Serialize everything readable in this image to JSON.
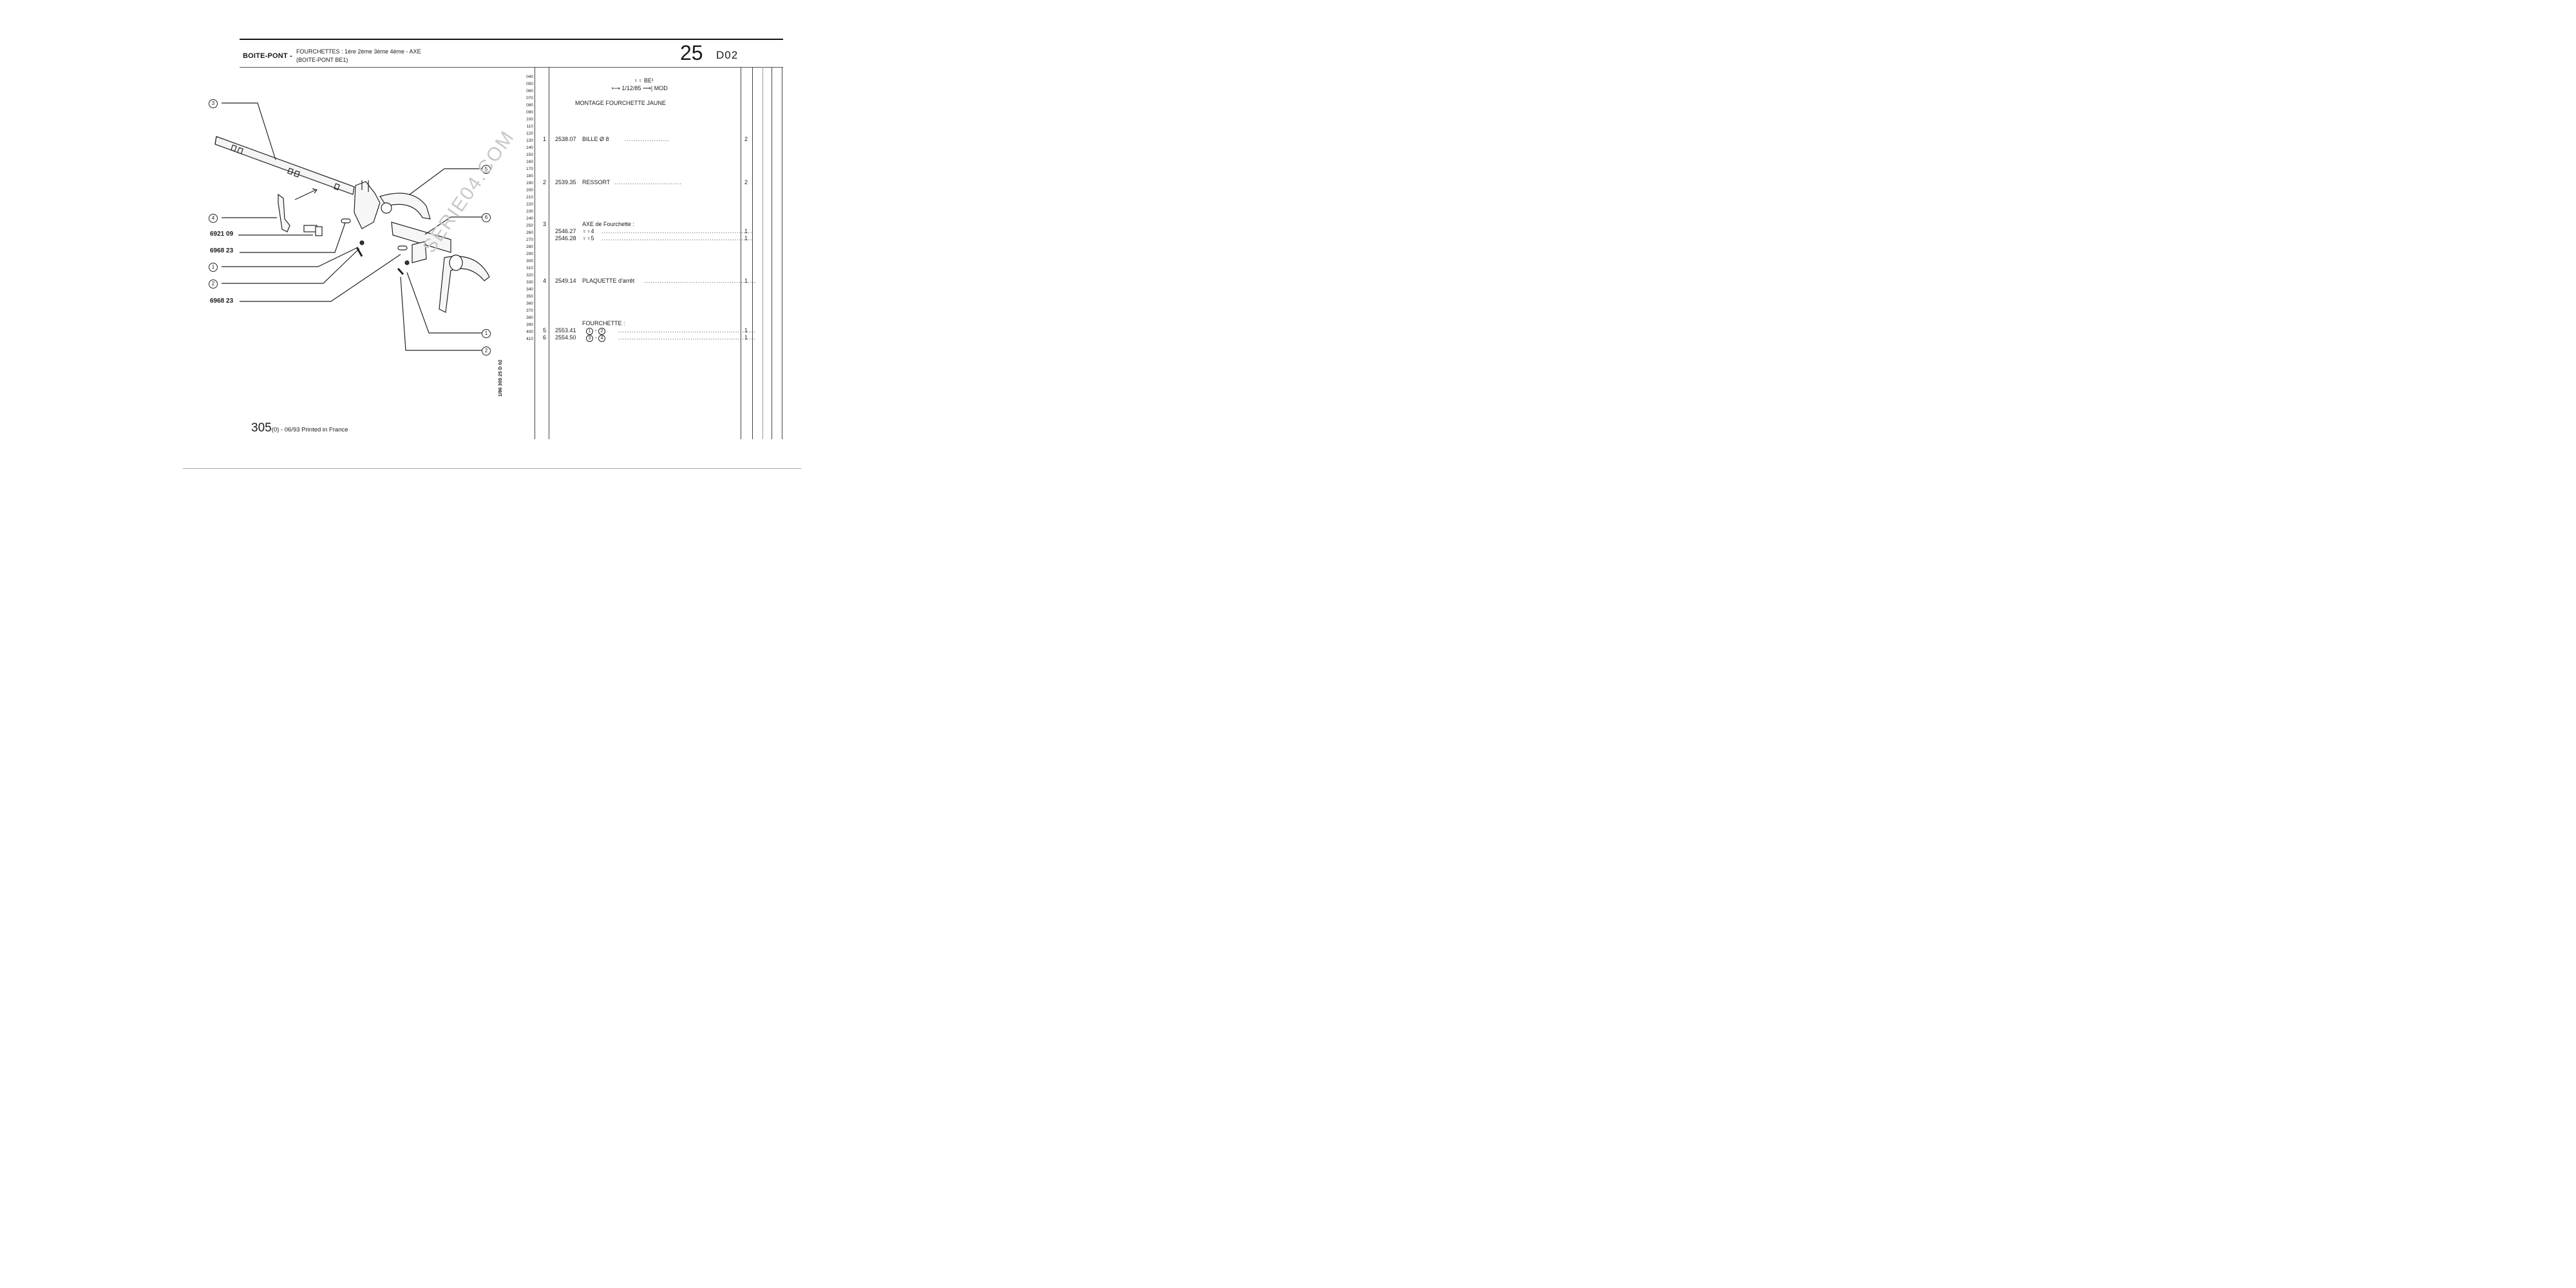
{
  "header": {
    "section": "BOITE-PONT -",
    "subtitle_line1": "FOURCHETTES : 1ère 2ème 3ème 4ème - AXE",
    "subtitle_line2": "(BOITE-PONT BE1)",
    "page_number": "25",
    "page_code": "D02"
  },
  "footer": {
    "page_big": "305",
    "page_rest": "(0) - 06/93 Printed in France",
    "vertical_ref": "1/86 305 25 D 02"
  },
  "watermark": "SERIE04.COM",
  "line_numbers": [
    "040",
    "050",
    "060",
    "070",
    "080",
    "090",
    "100",
    "110",
    "120",
    "130",
    "140",
    "150",
    "160",
    "170",
    "180",
    "190",
    "200",
    "210",
    "220",
    "230",
    "240",
    "250",
    "260",
    "270",
    "280",
    "290",
    "300",
    "310",
    "320",
    "330",
    "340",
    "350",
    "360",
    "370",
    "380",
    "390",
    "400",
    "410"
  ],
  "notes": {
    "be_line": "♀♀ BE¹",
    "date_line": "1/12/85",
    "mod_text": "MOD",
    "montage": "MONTAGE FOURCHETTE JAUNE"
  },
  "parts": [
    {
      "item": "1",
      "ref": "2538.07",
      "desc": "BILLE Ø 8",
      "qty": "2"
    },
    {
      "item": "2",
      "ref": "2539.35",
      "desc": "RESSORT",
      "qty": "2"
    },
    {
      "item": "3",
      "heading": "AXE de Fourchette :",
      "sub": [
        {
          "ref": "2546.27",
          "desc": "♀♀4",
          "qty": "1"
        },
        {
          "ref": "2546.28",
          "desc": "♀♀5",
          "qty": "1"
        }
      ]
    },
    {
      "item": "4",
      "ref": "2549.14",
      "desc": "PLAQUETTE d'arrêt",
      "qty": "1"
    },
    {
      "heading": "FOURCHETTE :"
    },
    {
      "item": "5",
      "ref": "2553.41",
      "desc_a": "1",
      "desc_b": "2",
      "qty": "1"
    },
    {
      "item": "6",
      "ref": "2554.50",
      "desc_a": "3",
      "desc_b": "4",
      "qty": "1"
    }
  ],
  "diagram": {
    "callouts": [
      "3",
      "4",
      "1",
      "2",
      "5",
      "6",
      "1",
      "2"
    ],
    "part_labels": [
      "6921 09",
      "6968 23",
      "6968 23"
    ]
  }
}
